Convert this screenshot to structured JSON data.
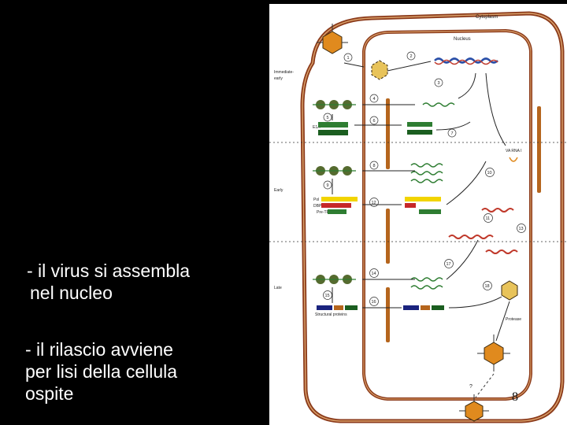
{
  "text": {
    "bullet1_line1": "- il virus si assembla",
    "bullet1_line2": "nel nucleo",
    "bullet2_line1": "- il rilascio avviene",
    "bullet2_line2": "per lisi della cellula",
    "bullet2_line3": "ospite"
  },
  "diagram": {
    "cytoplasm": "Cytoplasm",
    "nucleus": "Nucleus",
    "immediate": "Immediate-",
    "early_sub": "early",
    "early": "Early",
    "late": "Late",
    "e1a": "E1A",
    "pol": "Pol",
    "dbp": "DBP",
    "pretp": "Pre-TP",
    "va_rna": "VA RNA I",
    "structural": "Structural proteins",
    "protease": "Protease",
    "step_1": "1",
    "step_2": "2",
    "step_3": "3",
    "step_4": "4",
    "step_5": "5",
    "step_6": "6",
    "step_7": "7",
    "step_8": "8",
    "step_9": "9",
    "step_10": "10",
    "step_11": "11",
    "step_12": "12",
    "step_13": "13",
    "step_14": "14",
    "step_15": "15",
    "step_16": "16",
    "step_17": "17",
    "step_18": "18",
    "question": "?"
  },
  "page_number": "8",
  "colors": {
    "background": "#000000",
    "text": "#ffffff",
    "panel": "#ffffff",
    "membrane": "#8b3a1a",
    "membrane_inner": "#d9a06a",
    "dna_red": "#c0392b",
    "green_protein": "#2e7d32",
    "yellow_protein": "#f2d400",
    "virion": "#e08a1e"
  }
}
